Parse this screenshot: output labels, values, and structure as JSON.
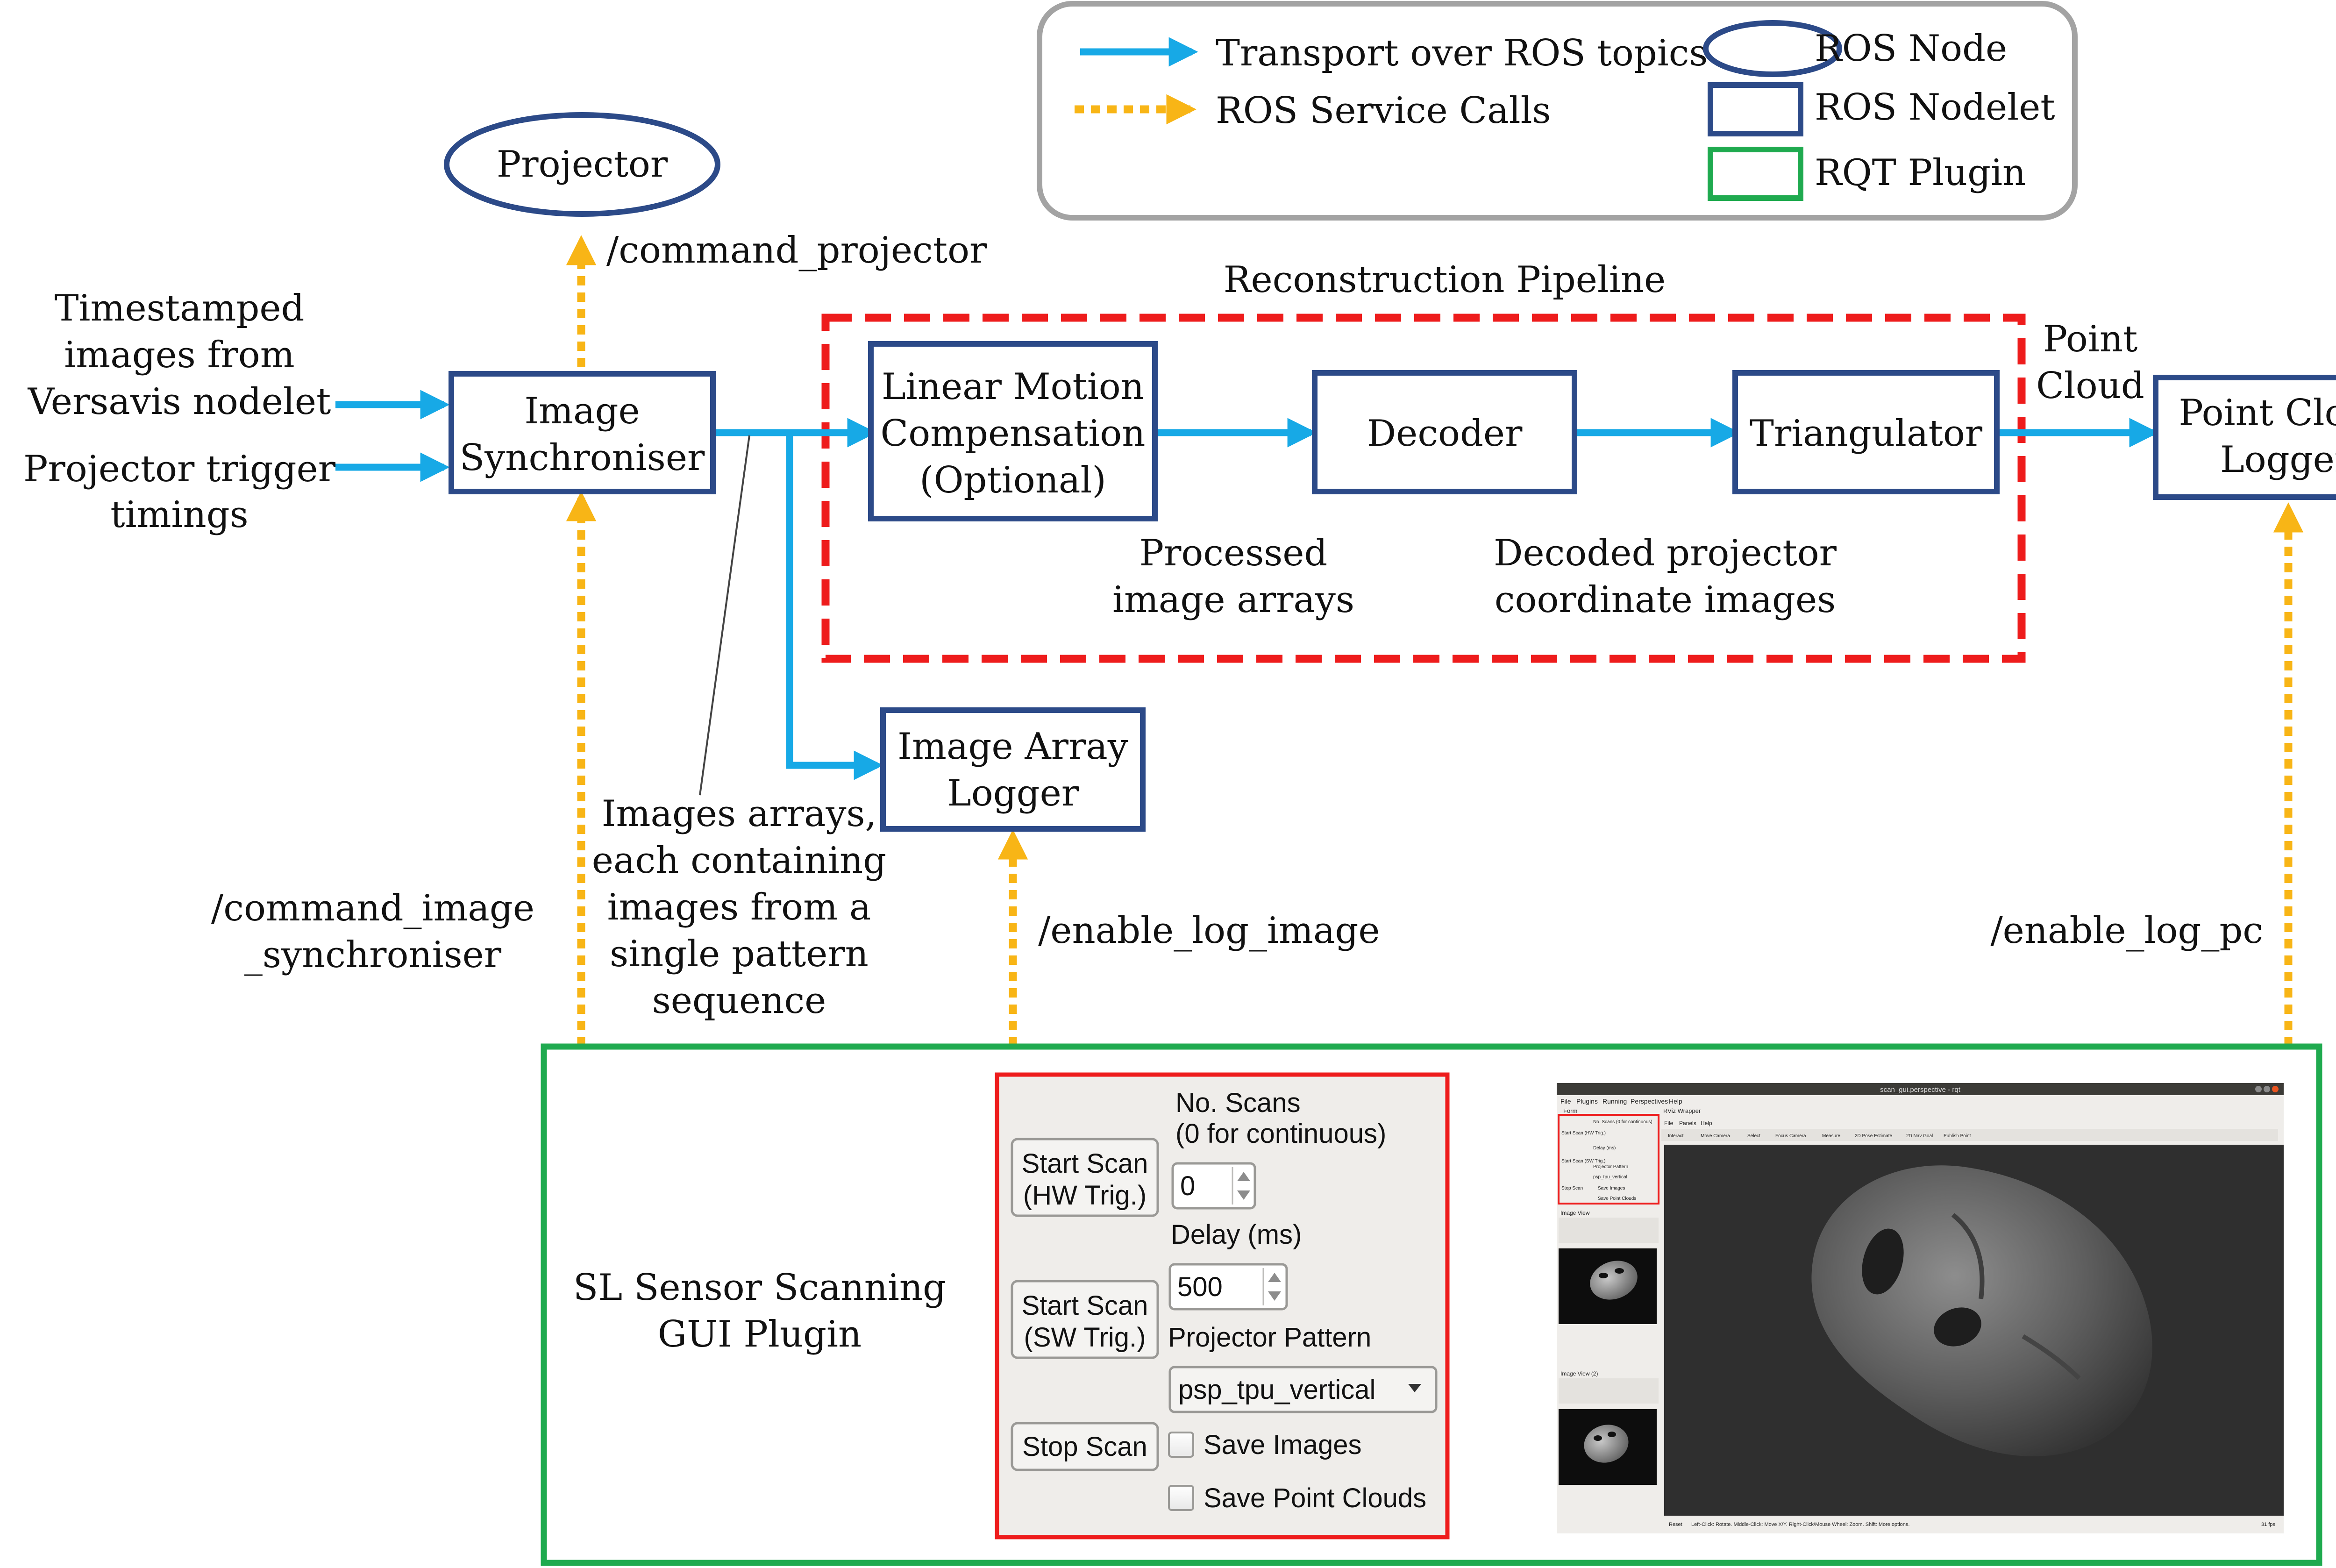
{
  "legend": {
    "transport": "Transport over ROS topics",
    "service": "ROS Service Calls",
    "node": "ROS Node",
    "nodelet": "ROS Nodelet",
    "rqt": "RQT Plugin"
  },
  "nodes": {
    "projector": "Projector",
    "image_sync_1": "Image",
    "image_sync_2": "Synchroniser",
    "lmc_1": "Linear Motion",
    "lmc_2": "Compensation",
    "lmc_3": "(Optional)",
    "decoder": "Decoder",
    "triangulator": "Triangulator",
    "pc_logger_1": "Point Cloud",
    "pc_logger_2": "Logger",
    "ia_logger_1": "Image Array",
    "ia_logger_2": "Logger"
  },
  "labels": {
    "pipeline": "Reconstruction Pipeline",
    "timestamped_1": "Timestamped",
    "timestamped_2": "images from",
    "timestamped_3": "Versavis nodelet",
    "trigger_1": "Projector trigger",
    "trigger_2": "timings",
    "command_projector": "/command_projector",
    "processed_1": "Processed",
    "processed_2": "image arrays",
    "decoded_1": "Decoded projector",
    "decoded_2": "coordinate images",
    "pointcloud_1": "Point",
    "pointcloud_2": "Cloud",
    "arrays_1": "Images arrays,",
    "arrays_2": "each containing",
    "arrays_3": "images from a",
    "arrays_4": "single pattern",
    "arrays_5": "sequence",
    "cmd_sync_1": "/command_image",
    "cmd_sync_2": "_synchroniser",
    "enable_log_image": "/enable_log_image",
    "enable_log_pc": "/enable_log_pc",
    "plugin_1": "SL Sensor Scanning",
    "plugin_2": "GUI Plugin"
  },
  "gui": {
    "start_hw_1": "Start Scan",
    "start_hw_2": "(HW Trig.)",
    "start_sw_1": "Start Scan",
    "start_sw_2": "(SW Trig.)",
    "stop": "Stop Scan",
    "no_scans_1": "No. Scans",
    "no_scans_2": "(0 for continuous)",
    "no_scans_value": "0",
    "delay_label": "Delay (ms)",
    "delay_value": "500",
    "pattern_label": "Projector Pattern",
    "pattern_value": "psp_tpu_vertical",
    "save_images": "Save Images",
    "save_pc": "Save Point Clouds"
  },
  "screenshot": {
    "title": "scan_gui.perspective - rqt",
    "menu": [
      "File",
      "Plugins",
      "Running",
      "Perspectives",
      "Help"
    ],
    "side_label": "Form",
    "rviz_label": "RViz Wrapper",
    "rviz_menu": [
      "File",
      "Panels",
      "Help"
    ],
    "tools": [
      "Interact",
      "Move Camera",
      "Select",
      "Focus Camera",
      "Measure",
      "2D Pose Estimate",
      "2D Nav Goal",
      "Publish Point"
    ],
    "mini_start_hw": "Start Scan (HW Trig.)",
    "mini_no_scans": "No. Scans (0 for continuous)",
    "mini_delay": "Delay (ms)",
    "mini_start_sw": "Start Scan (SW Trig.)",
    "mini_pattern": "Projector Pattern",
    "mini_pattern_value": "psp_tpu_vertical",
    "mini_stop": "Stop Scan",
    "mini_save_images": "Save Images",
    "mini_save_pc": "Save Point Clouds",
    "image_view_1": "Image View",
    "image_view_2": "Image View (2)",
    "status": "Reset",
    "status_hint": "Left-Click: Rotate. Middle-Click: Move X/Y. Right-Click/Mouse Wheel: Zoom. Shift: More options.",
    "fps": "31 fps"
  }
}
